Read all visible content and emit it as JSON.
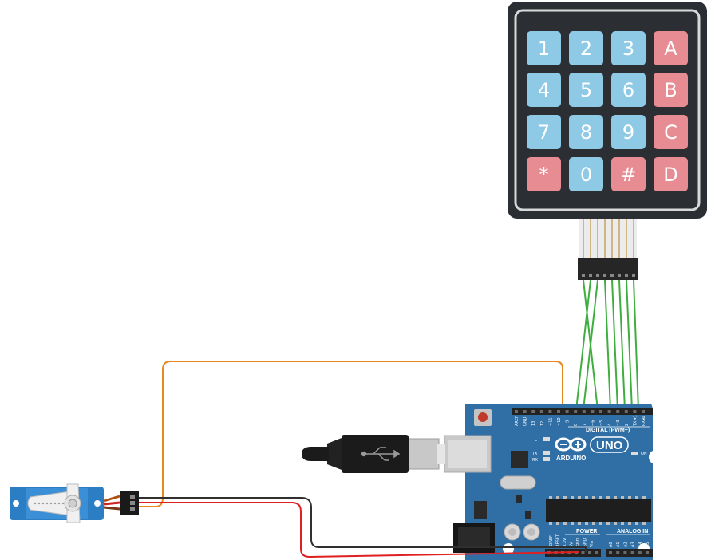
{
  "keypad": {
    "keys": [
      "1",
      "2",
      "3",
      "A",
      "4",
      "5",
      "6",
      "B",
      "7",
      "8",
      "9",
      "C",
      "*",
      "0",
      "#",
      "D"
    ],
    "blue_key_color": "#8ec9e6",
    "red_key_color": "#e88c94",
    "frame_color": "#2b2f33"
  },
  "arduino": {
    "board_color": "#2f6fa6",
    "logo_text": "UNO",
    "brand_text": "ARDUINO",
    "digital_label": "DIGITAL (PWM~)",
    "power_label": "POWER",
    "analog_label": "ANALOG IN",
    "on_label": "ON",
    "led_labels": [
      "L",
      "TX",
      "RX"
    ],
    "digital_pins": [
      "AREF",
      "GND",
      "13",
      "12",
      "~11",
      "~10",
      "~9",
      "8",
      "7",
      "~6",
      "~5",
      "4",
      "~3",
      "2",
      "TX➜1",
      "RX◂0"
    ],
    "power_pins": [
      "IOREF",
      "RESET",
      "3.3V",
      "5V",
      "GND",
      "GND",
      "Vin"
    ],
    "analog_pins": [
      "A0",
      "A1",
      "A2",
      "A3",
      "A4",
      "A5"
    ]
  },
  "wires": {
    "signal_color": "#e8891f",
    "power_color": "#e02020",
    "ground_color": "#303030",
    "keypad_color": "#3fae3f"
  }
}
